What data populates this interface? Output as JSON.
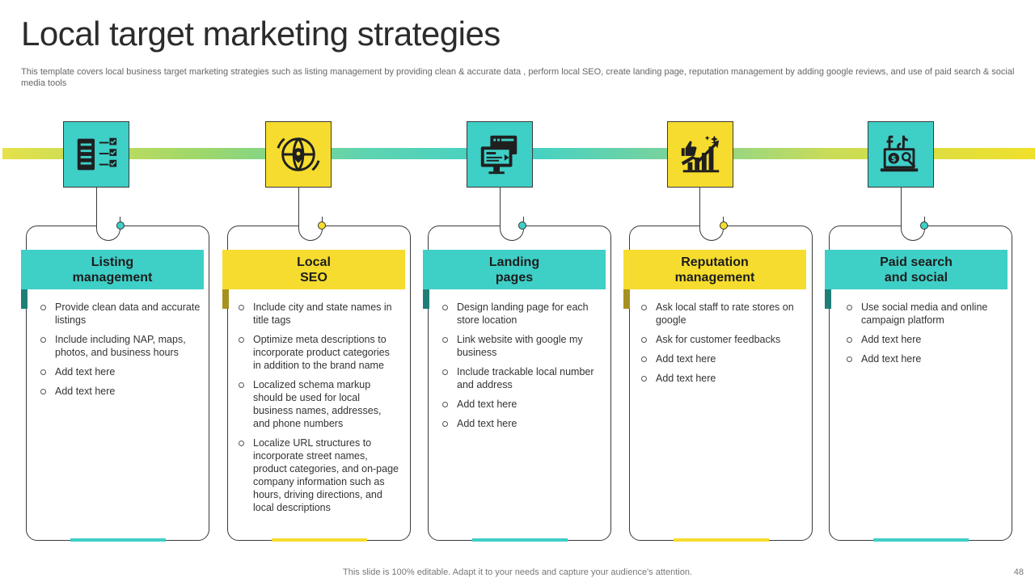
{
  "slide": {
    "title": "Local target marketing strategies",
    "subtitle": "This template covers local business target marketing strategies such as listing management by providing clean & accurate data ,  perform local SEO,  create landing page, reputation management by adding google reviews, and use of paid search & social media tools",
    "footer": "This slide is 100% editable. Adapt it to your needs and capture your audience's attention.",
    "page_number": "48"
  },
  "colors": {
    "teal": "#3ecfc7",
    "yellow": "#f6dc2e",
    "dark": "#1f1f1f"
  },
  "columns": [
    {
      "icon": "checklist-icon",
      "heading_line1": "Listing",
      "heading_line2": "management",
      "items": [
        "Provide  clean data and accurate listings",
        "Include including NAP, maps, photos, and business hours",
        "Add text here",
        "Add text here"
      ]
    },
    {
      "icon": "globe-pin-icon",
      "heading_line1": "Local",
      "heading_line2": "SEO",
      "items": [
        "Include city and state names in title tags",
        "Optimize meta descriptions to incorporate product categories in addition to the brand name",
        "Localized schema markup should be used for local business names, addresses, and phone numbers",
        "Localize URL structures to incorporate street names, product categories, and on-page company information such as hours, driving directions, and local descriptions"
      ]
    },
    {
      "icon": "monitor-webpage-icon",
      "heading_line1": "Landing",
      "heading_line2": "pages",
      "items": [
        "Design landing page for each store location",
        "Link website with google my business",
        "Include trackable local number and address",
        "Add text here",
        "Add text here"
      ]
    },
    {
      "icon": "growth-chart-thumbs-up-icon",
      "heading_line1": "Reputation",
      "heading_line2": "management",
      "items": [
        "Ask local staff to rate stores on google",
        "Ask for customer feedbacks",
        "Add text here",
        "Add text here"
      ]
    },
    {
      "icon": "social-laptop-search-icon",
      "heading_line1": "Paid search",
      "heading_line2": "and social",
      "items": [
        "Use social media and online campaign platform",
        "Add text here",
        "Add text here"
      ]
    }
  ]
}
